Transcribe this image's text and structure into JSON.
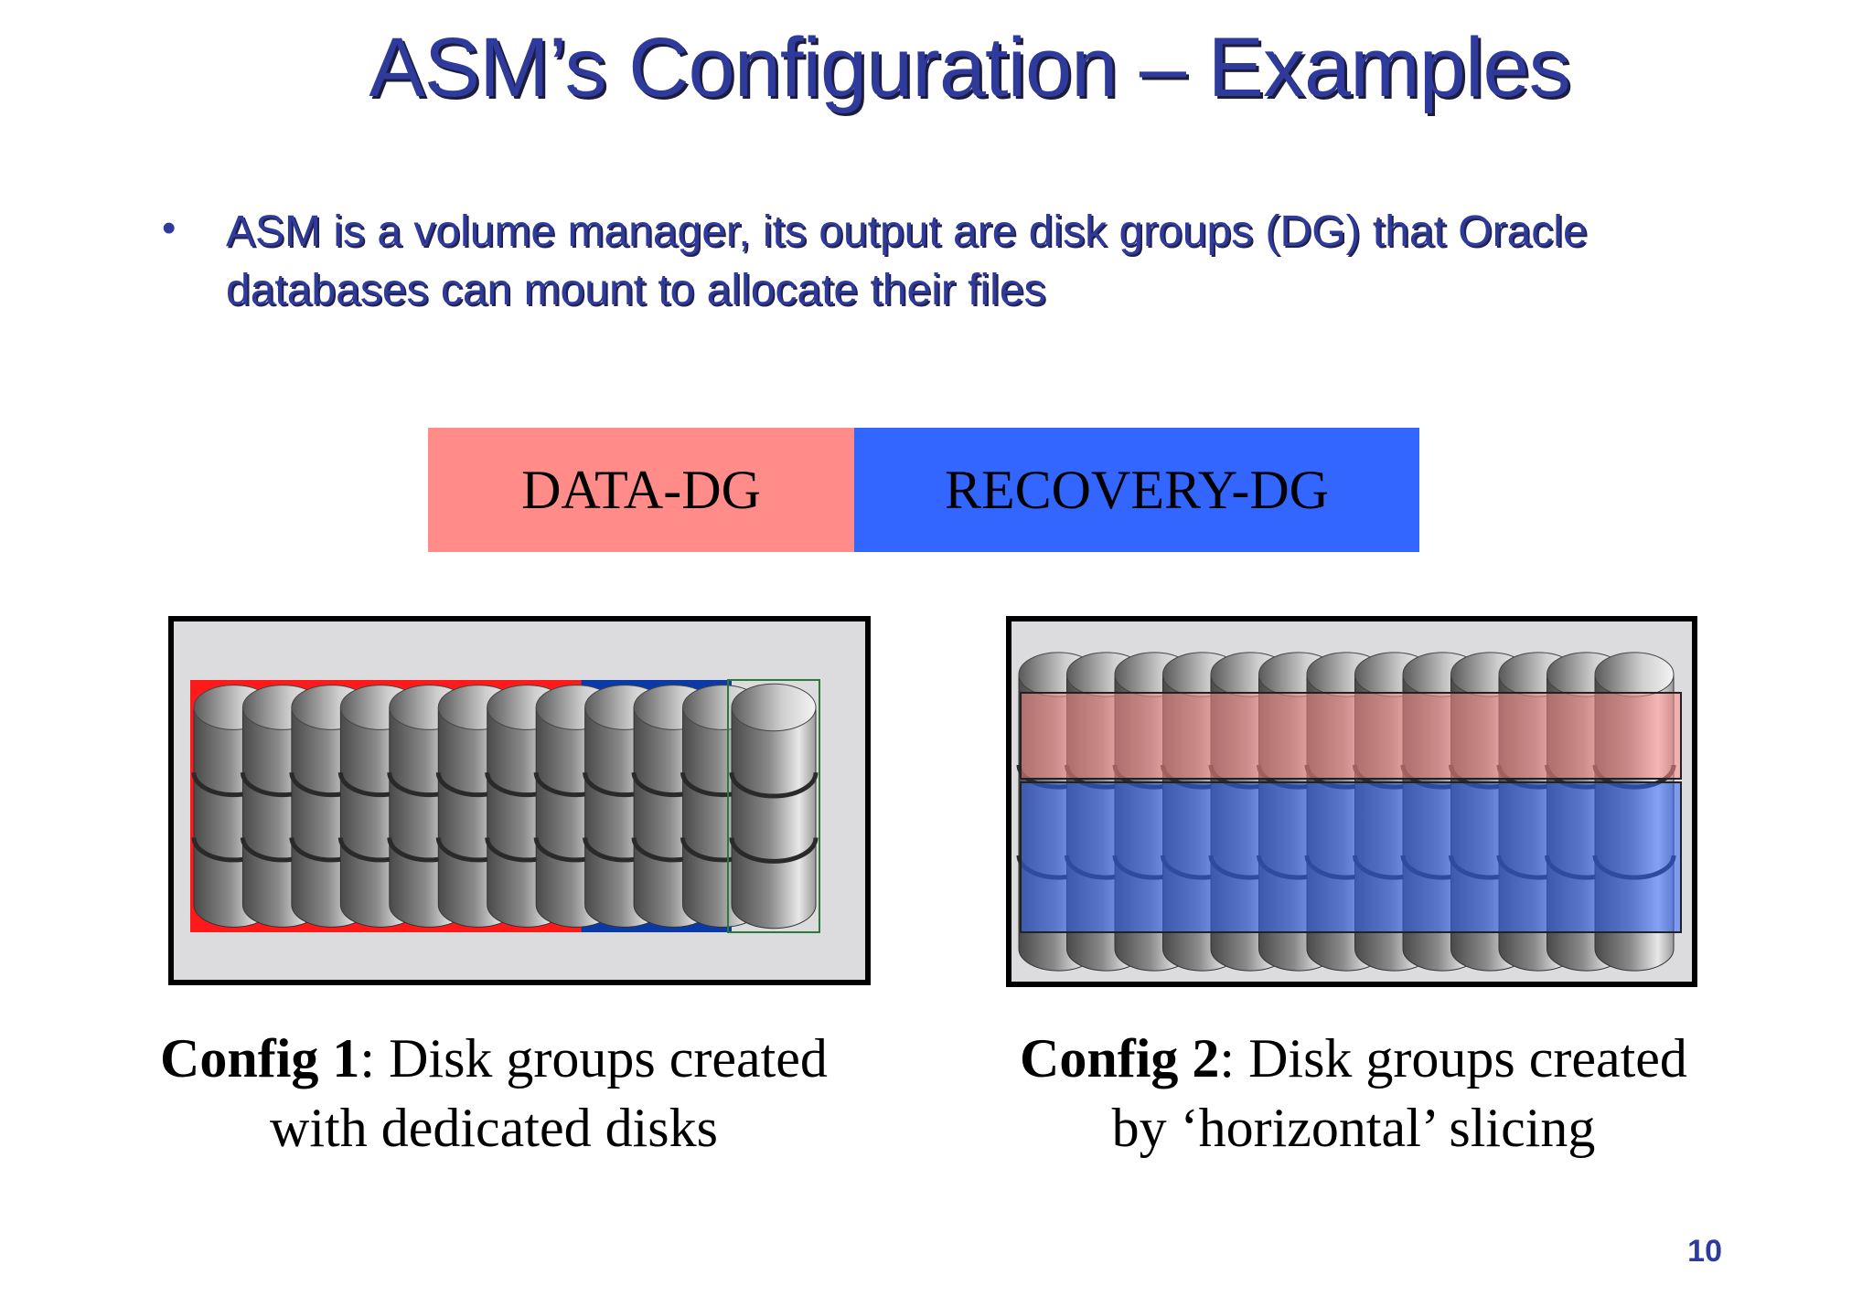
{
  "slide": {
    "title": "ASM’s Configuration – Examples",
    "bullet": "ASM is a volume manager, its output are disk groups (DG) that Oracle databases can mount to allocate their files",
    "page_number": "10"
  },
  "legend": {
    "data_label": "DATA-DG",
    "data_color": "#ff8c88",
    "recovery_label": "RECOVERY-DG",
    "recovery_color": "#3366ff"
  },
  "config1": {
    "caption_bold": "Config 1",
    "caption_rest": ": Disk groups created with dedicated disks",
    "disk_count": 12,
    "data_disks": 8,
    "recovery_disks": 3,
    "highlight_color_data": "#ff1a1a",
    "highlight_color_recovery": "#0a3aa8"
  },
  "config2": {
    "caption_bold": "Config 2",
    "caption_rest": ": Disk groups created by ‘horizontal’ slicing",
    "disk_count": 13
  }
}
